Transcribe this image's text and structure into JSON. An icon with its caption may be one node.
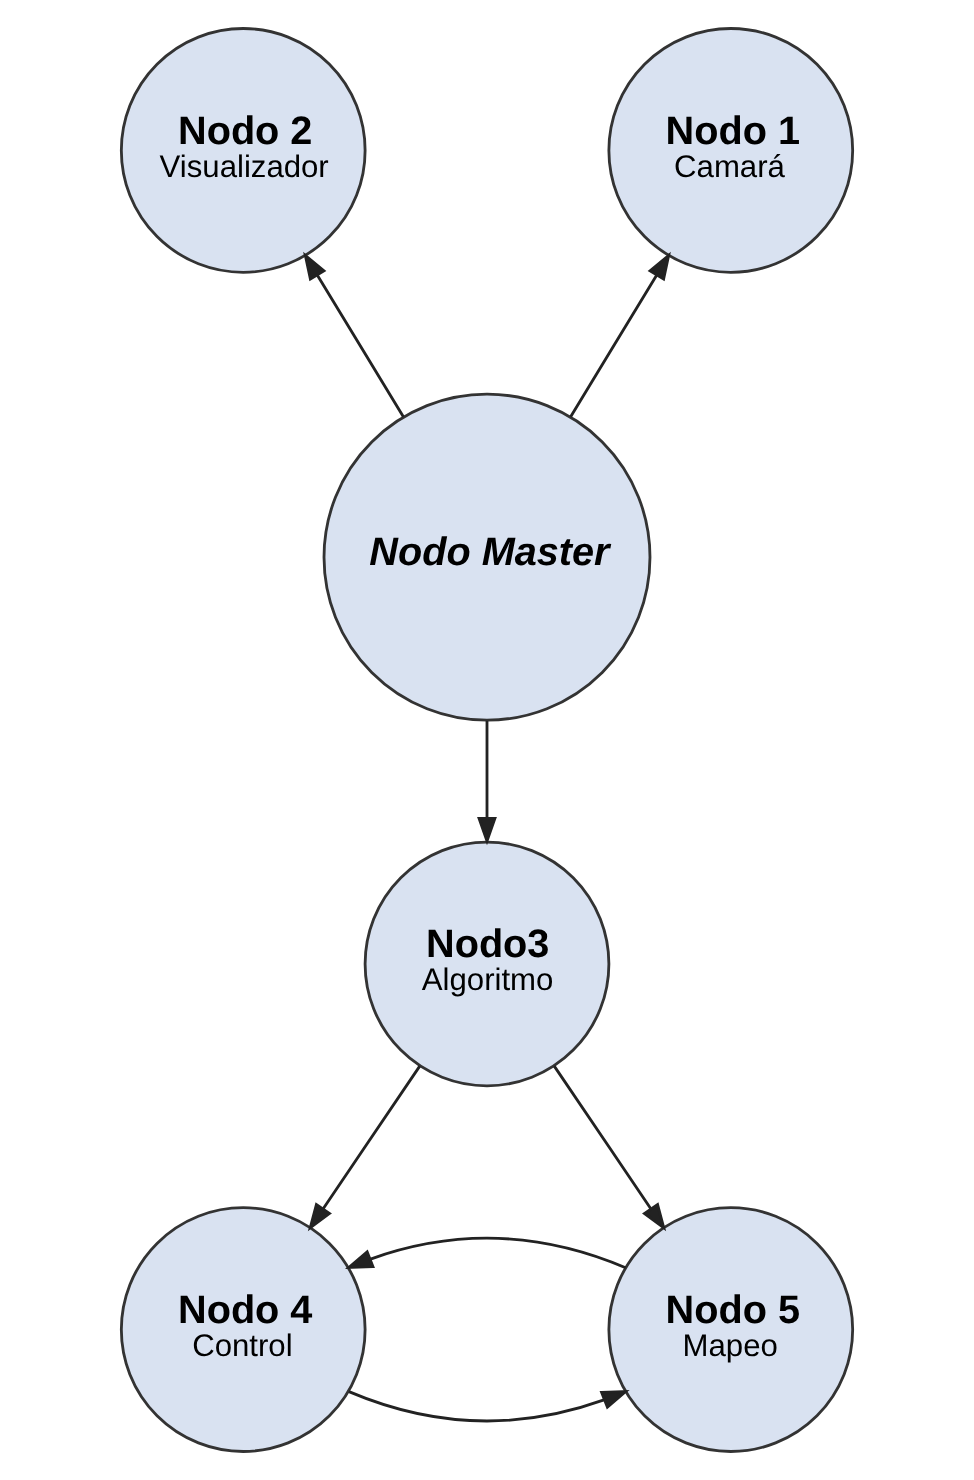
{
  "diagram": {
    "nodes": [
      {
        "text": [
          "Nodo 2",
          "Visualizador"
        ]
      },
      {
        "text": [
          "Nodo 1",
          "Camará"
        ]
      },
      {
        "text": [
          "Nodo Master"
        ]
      },
      {
        "text": [
          "Nodo3",
          "Algoritmo"
        ]
      },
      {
        "text": [
          "Nodo 4",
          "Control"
        ]
      },
      {
        "text": [
          "Nodo 5",
          "Mapeo"
        ]
      }
    ],
    "edges": [
      {
        "from": 2,
        "to": 0,
        "arrow": "to"
      },
      {
        "from": 2,
        "to": 1,
        "arrow": "to"
      },
      {
        "from": 2,
        "to": 3,
        "arrow": "to"
      },
      {
        "from": 3,
        "to": 4,
        "arrow": "to"
      },
      {
        "from": 3,
        "to": 5,
        "arrow": "to"
      },
      {
        "from": 4,
        "to": 5,
        "arrow": "to"
      },
      {
        "from": 5,
        "to": 4,
        "arrow": "to"
      }
    ]
  }
}
